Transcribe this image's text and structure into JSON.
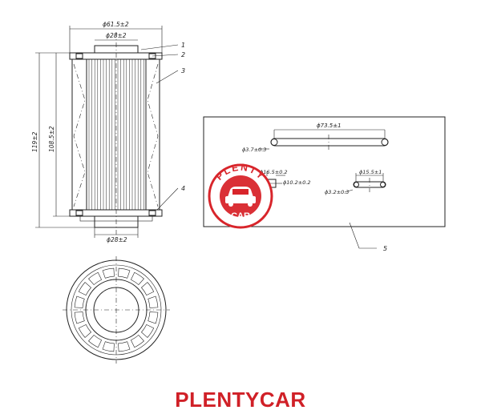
{
  "dimensions": {
    "outer_diameter": "ϕ61.5±2",
    "inner_top": "ϕ28±2",
    "inner_bottom": "ϕ28±2",
    "height_total": "119±2",
    "height_element": "108.5±2"
  },
  "callouts": [
    "1",
    "2",
    "3",
    "4",
    "5"
  ],
  "seals": {
    "large_length": "ϕ73.5±1",
    "large_cord": "ϕ3.7±0.3",
    "small_length": "ϕ15.5±1",
    "small_cord": "ϕ3.2±0.3",
    "lip_outer": "ϕ16.5±0.2",
    "lip_inner": "ϕ10.2±0.2"
  },
  "watermark": {
    "top_text": "PLENTY",
    "bottom_text": "CAR",
    "color": "#d8252b"
  },
  "brand": {
    "label": "PLENTYCAR",
    "color": "#d02027"
  }
}
